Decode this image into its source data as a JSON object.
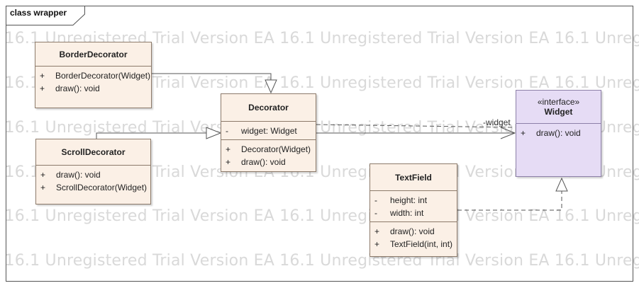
{
  "frame": {
    "title": "class wrapper"
  },
  "watermark": {
    "text": "EA 16.1 Unregistered Trial Version  EA 16.1 Unregistered Trial Version  EA 16.1 Unregistered Trial Version"
  },
  "classes": {
    "border_decorator": {
      "name": "BorderDecorator",
      "operations": [
        {
          "visibility": "+",
          "text": "BorderDecorator(Widget)"
        },
        {
          "visibility": "+",
          "text": "draw(): void"
        }
      ]
    },
    "scroll_decorator": {
      "name": "ScrollDecorator",
      "operations": [
        {
          "visibility": "+",
          "text": "draw(): void"
        },
        {
          "visibility": "+",
          "text": "ScrollDecorator(Widget)"
        }
      ]
    },
    "decorator": {
      "name": "Decorator",
      "attributes": [
        {
          "visibility": "-",
          "text": "widget: Widget"
        }
      ],
      "operations": [
        {
          "visibility": "+",
          "text": "Decorator(Widget)"
        },
        {
          "visibility": "+",
          "text": "draw(): void"
        }
      ]
    },
    "widget": {
      "stereotype": "«interface»",
      "name": "Widget",
      "operations": [
        {
          "visibility": "+",
          "text": "draw(): void"
        }
      ]
    },
    "text_field": {
      "name": "TextField",
      "attributes": [
        {
          "visibility": "-",
          "text": "height: int"
        },
        {
          "visibility": "-",
          "text": "width: int"
        }
      ],
      "operations": [
        {
          "visibility": "+",
          "text": "draw(): void"
        },
        {
          "visibility": "+",
          "text": "TextField(int, int)"
        }
      ]
    }
  },
  "associations": {
    "decorator_widget": {
      "role": "-widget"
    }
  },
  "colors": {
    "class_fill": "#fbf0e6",
    "interface_fill": "#e6dcf5",
    "line": "#555555"
  }
}
